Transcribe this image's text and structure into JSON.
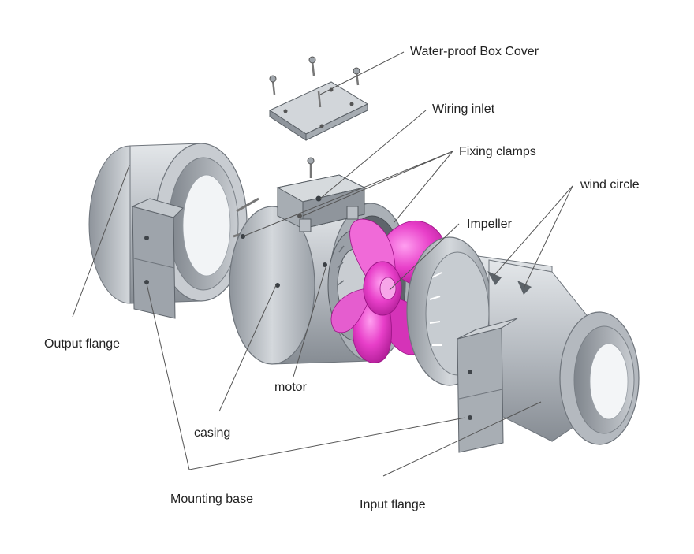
{
  "labels": {
    "box_cover": "Water-proof  Box Cover",
    "wiring_inlet": "Wiring inlet",
    "fixing_clamps": "Fixing clamps",
    "wind_circle": "wind circle",
    "impeller": "Impeller",
    "output_flange": "Output flange",
    "motor": "motor",
    "casing": "casing",
    "mounting_base": "Mounting base",
    "input_flange": "Input flange"
  },
  "colors": {
    "metal": "#b9bec4",
    "metal_dark": "#8c9299",
    "metal_light": "#dfe3e7",
    "impeller": "#e83fc9",
    "impeller_dark": "#b0209a",
    "leader": "#555555"
  }
}
